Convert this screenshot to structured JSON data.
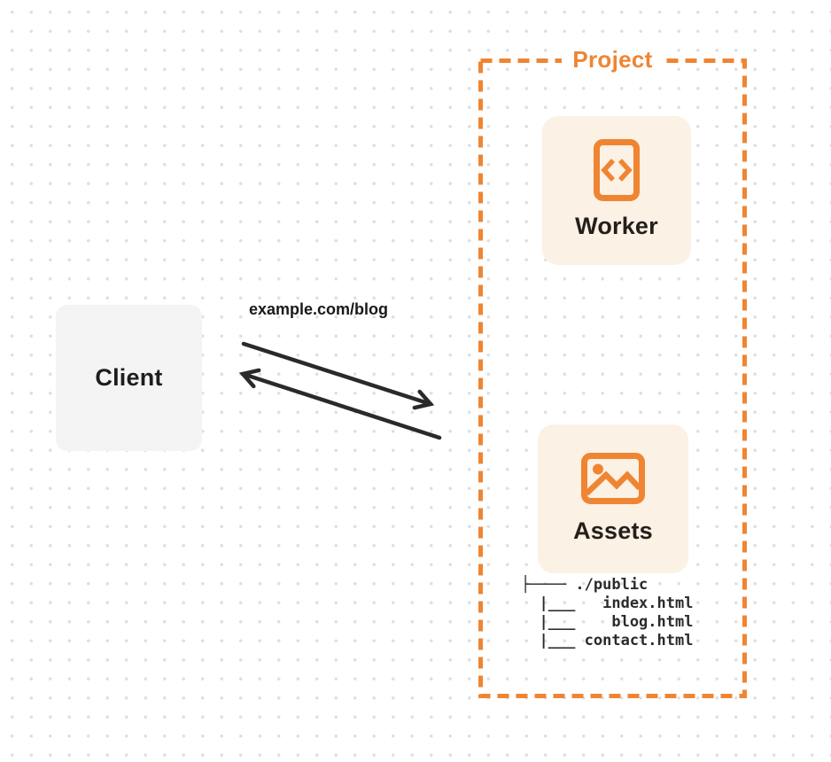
{
  "colors": {
    "accent_orange": "#ef8532",
    "card_cream": "#fbf1e4",
    "client_gray": "#f4f4f5",
    "arrow_ink": "#2a2a2a",
    "dot_gray": "#dfdfe2"
  },
  "client": {
    "label": "Client"
  },
  "request": {
    "label": "example.com/blog"
  },
  "project": {
    "label": "Project",
    "worker": {
      "label": "Worker",
      "icon": "code-file-icon"
    },
    "assets": {
      "label": "Assets",
      "icon": "image-icon",
      "file_tree": [
        "├──── ./public",
        "  |___   index.html",
        "  |___    blog.html",
        "  |___ contact.html"
      ]
    }
  }
}
